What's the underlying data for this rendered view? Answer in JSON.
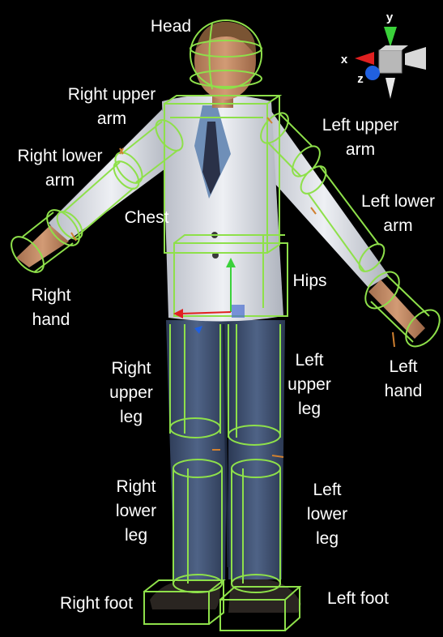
{
  "labels": {
    "head": "Head",
    "right_upper_arm": "Right upper\narm",
    "right_lower_arm": "Right lower\narm",
    "chest": "Chest",
    "left_upper_arm": "Left upper\narm",
    "left_lower_arm": "Left lower\narm",
    "hips": "Hips",
    "right_hand": "Right\nhand",
    "left_hand": "Left\nhand",
    "right_upper_leg": "Right\nupper\nleg",
    "left_upper_leg": "Left\nupper\nleg",
    "right_lower_leg": "Right\nlower\nleg",
    "left_lower_leg": "Left\nlower\nleg",
    "right_foot": "Right foot",
    "left_foot": "Left foot"
  },
  "gizmo": {
    "x": "x",
    "y": "y",
    "z": "z"
  },
  "colors": {
    "background": "#000000",
    "collider": "#8ee04a",
    "label": "#ffffff",
    "axis_x": "#e02020",
    "axis_y": "#3ad13a",
    "axis_z": "#2060e0"
  }
}
